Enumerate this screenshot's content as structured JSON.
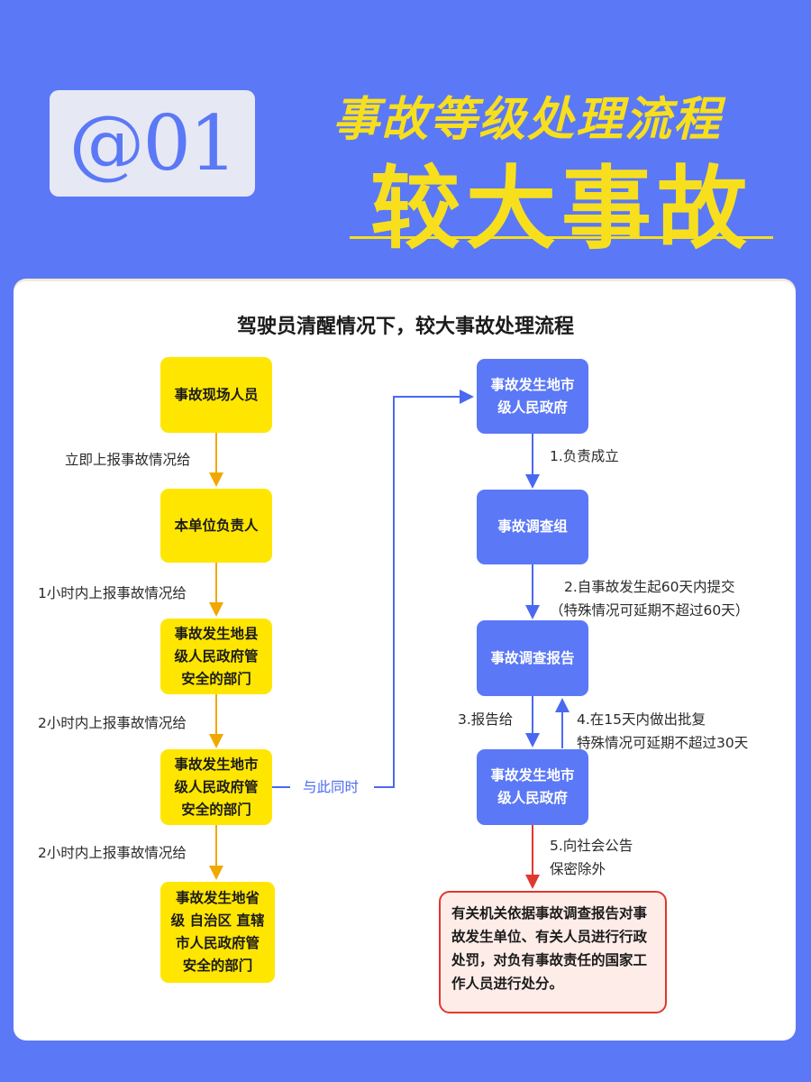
{
  "header": {
    "badge": "@01",
    "title_top": "事故等级处理流程",
    "title_big": "较大事故"
  },
  "panel": {
    "title": "驾驶员清醒情况下，较大事故处理流程"
  },
  "left_flow": {
    "boxes": [
      [
        "事故现场人员"
      ],
      [
        "本单位负责人"
      ],
      [
        "事故发生地县",
        "级人民政府管",
        "安全的部门"
      ],
      [
        "事故发生地市",
        "级人民政府管",
        "安全的部门"
      ],
      [
        "事故发生地省",
        "级 自治区 直辖",
        "市人民政府管",
        "安全的部门"
      ]
    ],
    "labels": [
      "立即上报事故情况给",
      "1小时内上报事故情况给",
      "2小时内上报事故情况给",
      "2小时内上报事故情况给"
    ]
  },
  "connector": {
    "label": "与此同时"
  },
  "right_flow": {
    "boxes": [
      [
        "事故发生地市",
        "级人民政府"
      ],
      [
        "事故调查组"
      ],
      [
        "事故调查报告"
      ],
      [
        "事故发生地市",
        "级人民政府"
      ]
    ],
    "labels": {
      "step1": "1.负责成立",
      "step2_line1": "2.自事故发生起60天内提交",
      "step2_line2": "（特殊情况可延期不超过60天）",
      "step3": "3.报告给",
      "step4_line1": "4.在15天内做出批复",
      "step4_line2": "特殊情况可延期不超过30天",
      "step5_line1": "5.向社会公告",
      "step5_line2": "保密除外"
    },
    "final_box": [
      "有关机关依据事故调查报告对事",
      "故发生单位、有关人员进行行政",
      "处罚，对负有事故责任的国家工",
      "作人员进行处分。"
    ]
  },
  "colors": {
    "background": "#5b78f6",
    "accent_yellow": "#f7df1e",
    "box_yellow": "#ffe600",
    "arrow_orange": "#f0a800",
    "arrow_blue": "#4a69f0",
    "arrow_red": "#e0382e"
  }
}
